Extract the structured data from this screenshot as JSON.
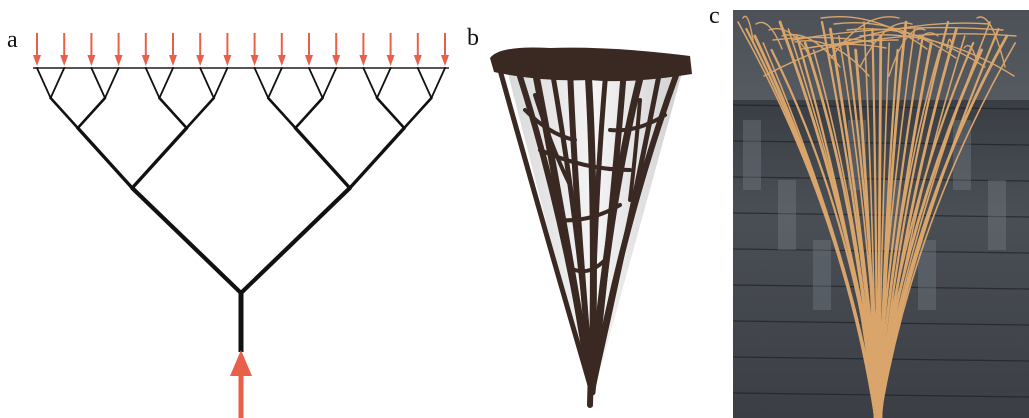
{
  "panels": {
    "a": {
      "label": "a",
      "arrow_color": "#e8604a",
      "branch_color": "#111111",
      "load_arrow_count": 16
    },
    "b": {
      "label": "b",
      "material_color": "#3a2822",
      "bg_color": "#f2f2f2"
    },
    "c": {
      "label": "c",
      "material_color": "#d9a56b",
      "wall_color": "#3c4046"
    }
  }
}
